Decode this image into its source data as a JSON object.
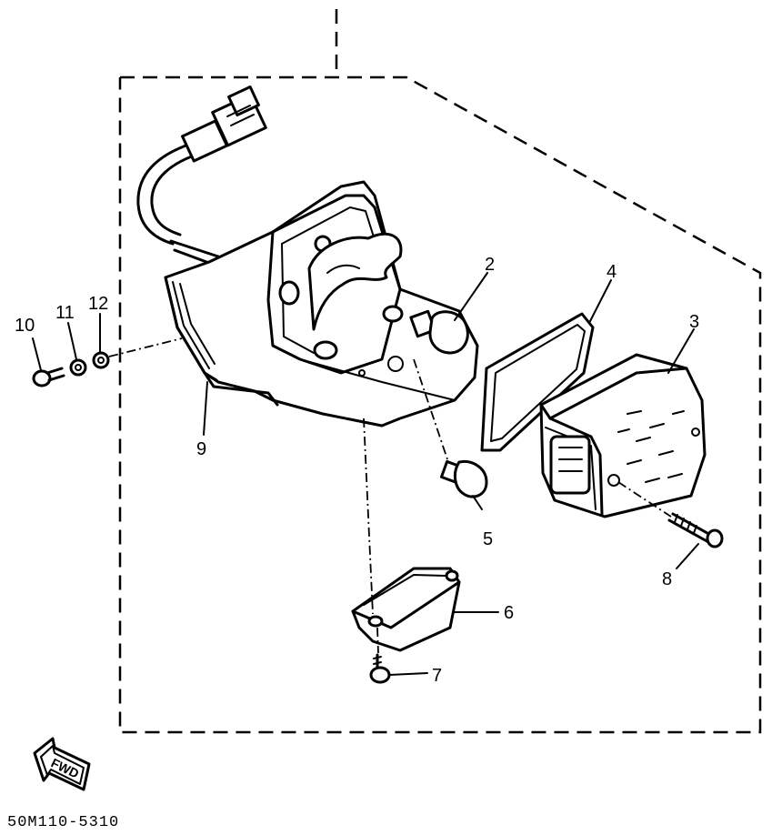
{
  "parts": {
    "p1": "2",
    "p2": "3",
    "p3": "4",
    "p4": "5",
    "p5": "6",
    "p6": "7",
    "p7": "8",
    "p8": "9",
    "p9": "10",
    "p10": "11",
    "p11": "12"
  },
  "drawing_code": "50M110-5310",
  "fwd_label": "FWD"
}
